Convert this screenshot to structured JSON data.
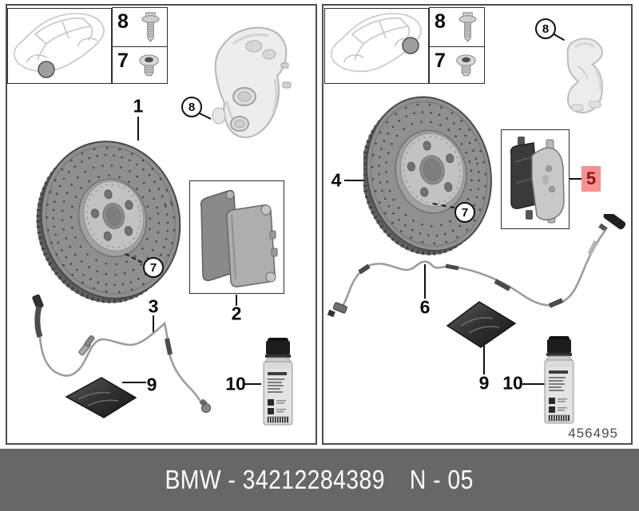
{
  "footer": {
    "brand_and_part": "BMW - 34212284389",
    "revision": "N - 05"
  },
  "diagram_number": "456495",
  "colors": {
    "highlight_bg": "#f99090",
    "highlight_text": "#8b1515",
    "footer_bg": "#676767"
  },
  "front_axle": {
    "screw_box": {
      "bolt": "8",
      "plug": "7"
    },
    "callouts": {
      "disc": "1",
      "pads": "2",
      "sensor": "3",
      "caliper": "8",
      "hub_screw": "7",
      "grease": "9",
      "cleaner": "10"
    }
  },
  "rear_axle": {
    "screw_box": {
      "bolt": "8",
      "plug": "7"
    },
    "callouts": {
      "disc": "4",
      "pads": "5",
      "sensor": "6",
      "carrier": "8",
      "hub_screw": "7",
      "grease": "9",
      "cleaner": "10"
    }
  }
}
